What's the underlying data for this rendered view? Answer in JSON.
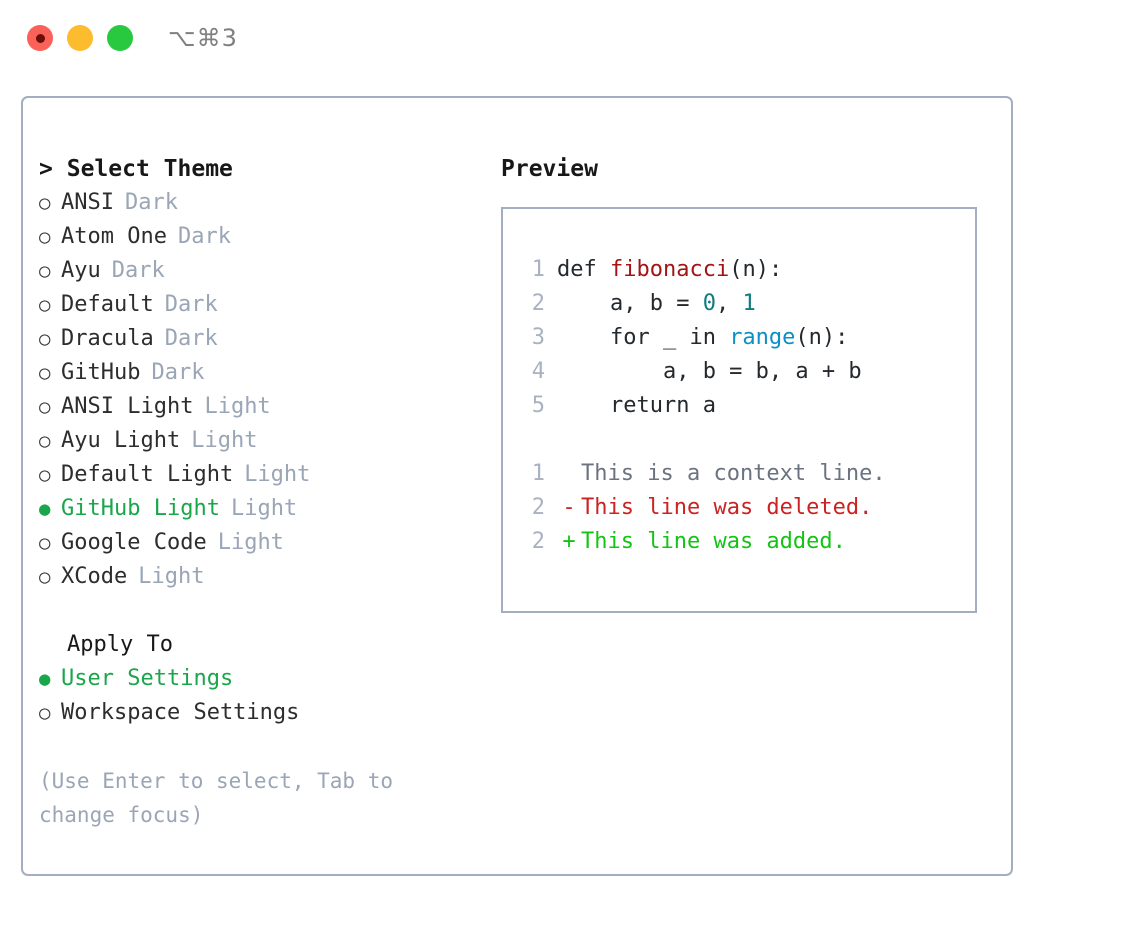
{
  "titlebar": {
    "traffic_lights": [
      {
        "name": "close",
        "color": "#fa6158"
      },
      {
        "name": "minimize",
        "color": "#fcbc2e"
      },
      {
        "name": "zoom",
        "color": "#28c93f"
      }
    ],
    "shortcut": "⌥⌘3"
  },
  "theme_panel": {
    "caret": ">",
    "title": "Select Theme",
    "selected_theme": "GitHub Light",
    "options": [
      {
        "label": "ANSI",
        "badge": "Dark",
        "selected": false,
        "bullet": "○"
      },
      {
        "label": "Atom One",
        "badge": "Dark",
        "selected": false,
        "bullet": "○"
      },
      {
        "label": "Ayu",
        "badge": "Dark",
        "selected": false,
        "bullet": "○"
      },
      {
        "label": "Default",
        "badge": "Dark",
        "selected": false,
        "bullet": "○"
      },
      {
        "label": "Dracula",
        "badge": "Dark",
        "selected": false,
        "bullet": "○"
      },
      {
        "label": "GitHub",
        "badge": "Dark",
        "selected": false,
        "bullet": "○"
      },
      {
        "label": "ANSI Light",
        "badge": "Light",
        "selected": false,
        "bullet": "○"
      },
      {
        "label": "Ayu Light",
        "badge": "Light",
        "selected": false,
        "bullet": "○"
      },
      {
        "label": "Default Light",
        "badge": "Light",
        "selected": false,
        "bullet": "○"
      },
      {
        "label": "GitHub Light",
        "badge": "Light",
        "selected": true,
        "bullet": "●"
      },
      {
        "label": "Google Code",
        "badge": "Light",
        "selected": false,
        "bullet": "○"
      },
      {
        "label": "XCode",
        "badge": "Light",
        "selected": false,
        "bullet": "○"
      }
    ]
  },
  "apply_to": {
    "heading": "Apply To",
    "selected_target": "User Settings",
    "options": [
      {
        "label": "User Settings",
        "selected": true,
        "bullet": "●"
      },
      {
        "label": "Workspace Settings",
        "selected": false,
        "bullet": "○"
      }
    ]
  },
  "hint": "(Use Enter to select, Tab to change focus)",
  "preview": {
    "title": "Preview",
    "code_lines": [
      {
        "lineno": "1",
        "tokens": [
          {
            "text": "def ",
            "type": "plain"
          },
          {
            "text": "fibonacci",
            "type": "func"
          },
          {
            "text": "(n):",
            "type": "plain"
          }
        ]
      },
      {
        "lineno": "2",
        "tokens": [
          {
            "text": "    a, b = ",
            "type": "plain"
          },
          {
            "text": "0",
            "type": "num"
          },
          {
            "text": ", ",
            "type": "plain"
          },
          {
            "text": "1",
            "type": "num"
          }
        ]
      },
      {
        "lineno": "3",
        "tokens": [
          {
            "text": "    for _ in ",
            "type": "plain"
          },
          {
            "text": "range",
            "type": "call"
          },
          {
            "text": "(n):",
            "type": "plain"
          }
        ]
      },
      {
        "lineno": "4",
        "tokens": [
          {
            "text": "        a, b = b, a + b",
            "type": "plain"
          }
        ]
      },
      {
        "lineno": "5",
        "tokens": [
          {
            "text": "    return a",
            "type": "plain"
          }
        ]
      }
    ],
    "diff_lines": [
      {
        "lineno": "1",
        "sign": " ",
        "text": "This is a context line.",
        "kind": "context"
      },
      {
        "lineno": "2",
        "sign": "-",
        "text": "This line was deleted.",
        "kind": "deleted"
      },
      {
        "lineno": "2",
        "sign": "+",
        "text": "This line was added.",
        "kind": "added"
      }
    ]
  },
  "colors": {
    "border": "#a3aec0",
    "accent_green": "#1aa64b",
    "muted": "#9aa5b5",
    "diff_add": "#14c414",
    "diff_del": "#cc2222",
    "syntax_func": "#a31515",
    "syntax_num": "#0f7b80",
    "syntax_call": "#0b8fc4"
  }
}
